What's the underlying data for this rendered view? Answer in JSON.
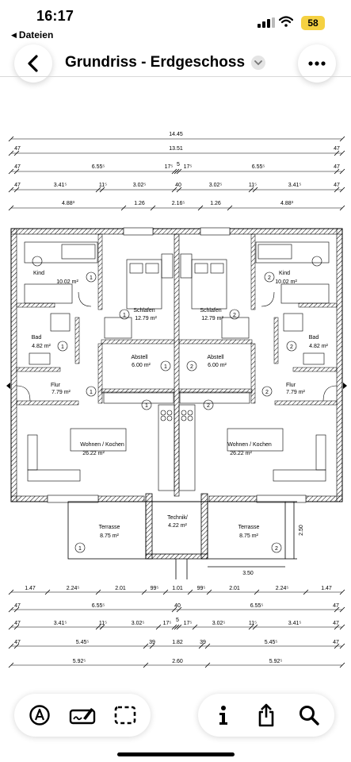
{
  "status": {
    "time": "16:17",
    "back_app": "Dateien",
    "battery": "58"
  },
  "nav": {
    "title": "Grundriss - Erdgeschoss"
  },
  "plan": {
    "dim_top": {
      "row1": [
        "14.45"
      ],
      "row2": [
        "47",
        "13.51",
        "47"
      ],
      "row3": [
        "47",
        "6.55⁵",
        "17⁵",
        "5",
        "17⁵",
        "6.55⁵",
        "47"
      ],
      "row4": [
        "47",
        "3.41⁵",
        "11⁵",
        "3.02⁵",
        "40",
        "3.02⁵",
        "11⁵",
        "3.41⁵",
        "47"
      ],
      "row5": [
        "4.88³",
        "1.26",
        "2.16⁵",
        "1.26",
        "4.88³"
      ]
    },
    "rooms": [
      {
        "name": "Kind",
        "area": "10.02 m²"
      },
      {
        "name": "Schlafen",
        "area": "12.79 m²"
      },
      {
        "name": "Schlafen",
        "area": "12.79 m²"
      },
      {
        "name": "Kind",
        "area": "10.02 m²"
      },
      {
        "name": "Bad",
        "area": "4.82 m²"
      },
      {
        "name": "Abstell",
        "area": "6.00 m²"
      },
      {
        "name": "Abstell",
        "area": "6.00 m²"
      },
      {
        "name": "Bad",
        "area": "4.82 m²"
      },
      {
        "name": "Flur",
        "area": "7.79 m²"
      },
      {
        "name": "Flur",
        "area": "7.79 m²"
      },
      {
        "name": "Wohnen / Kochen",
        "area": "26.22 m²"
      },
      {
        "name": "Wohnen / Kochen",
        "area": "26.22 m²"
      },
      {
        "name": "Terrasse",
        "area": "8.75 m²"
      },
      {
        "name": "Technik/",
        "area": "4.22 m²"
      },
      {
        "name": "Terrasse",
        "area": "8.75 m²"
      }
    ],
    "unit_marks": [
      "1",
      "2"
    ],
    "dim_side": {
      "terrace_depth": "2.50",
      "technik_width": "3.50"
    },
    "dim_bottom": {
      "row1": [
        "1.47",
        "2.24⁵",
        "2.01",
        "99⁵",
        "1.01",
        "99⁵",
        "2.01",
        "2.24⁵",
        "1.47"
      ],
      "row2": [
        "47",
        "6.55⁵",
        "40",
        "6.55⁵",
        "47"
      ],
      "row3": [
        "47",
        "3.41⁵",
        "11⁵",
        "3.02⁵",
        "17⁵",
        "5",
        "17⁵",
        "3.02⁵",
        "11⁵",
        "3.41⁵",
        "47"
      ],
      "row4": [
        "47",
        "5.45⁵",
        "39",
        "1.82",
        "39",
        "5.45⁵",
        "47"
      ],
      "row5": [
        "5.92⁵",
        "2.60",
        "5.92⁵"
      ]
    }
  },
  "toolbar": {
    "icons": [
      "markup-pen-icon",
      "signature-icon",
      "select-rect-icon",
      "info-icon",
      "share-icon",
      "search-icon"
    ]
  }
}
